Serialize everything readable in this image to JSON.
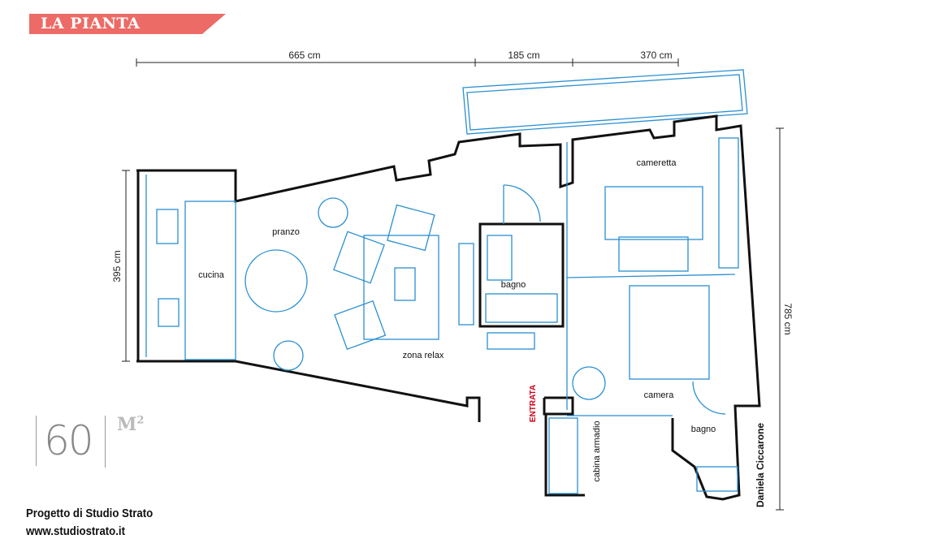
{
  "header": {
    "title": "LA PIANTA"
  },
  "dimensions": {
    "top_1": "665 cm",
    "top_2": "185 cm",
    "top_3": "370 cm",
    "left": "395 cm",
    "right": "785 cm"
  },
  "rooms": {
    "pranzo": "pranzo",
    "cucina": "cucina",
    "bagno_1": "bagno",
    "zona_relax": "zona relax",
    "entrata": "ENTRATA",
    "cameretta": "cameretta",
    "camera": "camera",
    "bagno_2": "bagno",
    "cabina_armadio": "cabina armadio"
  },
  "signature": "Daniela Ciccarone",
  "area": {
    "value": "60",
    "unit": "M",
    "unit_exp": "2"
  },
  "credits": {
    "line1": "Progetto di Studio Strato",
    "line2": "www.studiostrato.it"
  },
  "colors": {
    "banner": "#ec6b66",
    "plan_lines": "#2a8fd0",
    "walls": "#111111",
    "entrata": "#d0021b"
  }
}
